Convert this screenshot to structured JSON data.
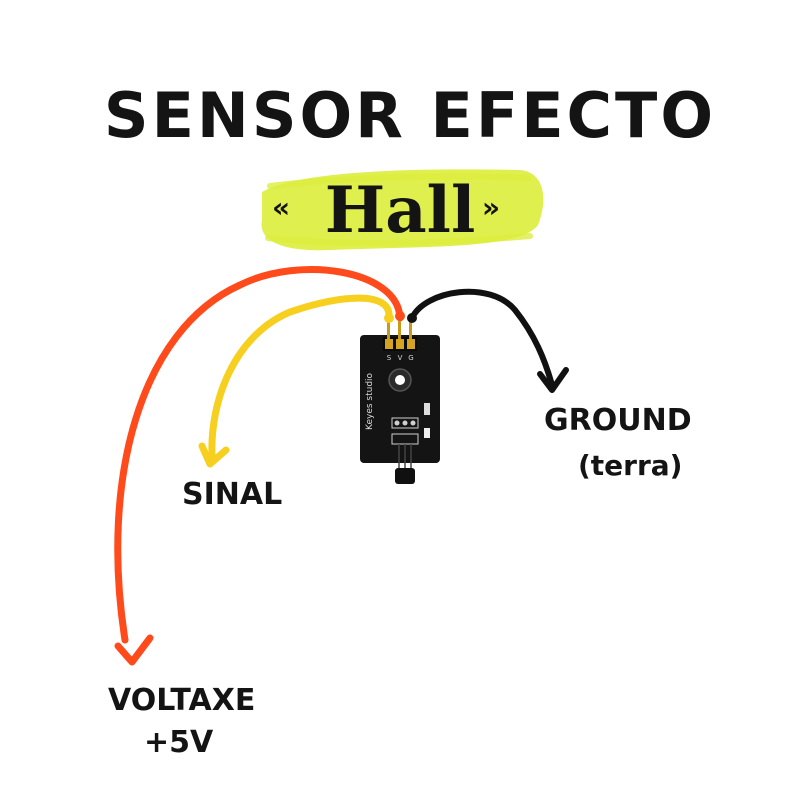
{
  "title": {
    "line1": "SENSOR EFECTO",
    "line2": "Hall",
    "quote_open": "«",
    "quote_close": "»"
  },
  "module": {
    "brand": "Keyes studio",
    "pin_labels": [
      "S",
      "V",
      "G"
    ]
  },
  "labels": {
    "signal": "SINAL",
    "voltage_line1": "VOLTAXE",
    "voltage_line2": "+5V",
    "ground_line1": "GROUND",
    "ground_line2": "(terra)"
  },
  "colors": {
    "highlight": "#dcee3f",
    "wire_voltage": "#ff4a1c",
    "wire_signal": "#f7cf1e",
    "wire_ground": "#111111",
    "board": "#141414",
    "pins": "#d4a321"
  }
}
